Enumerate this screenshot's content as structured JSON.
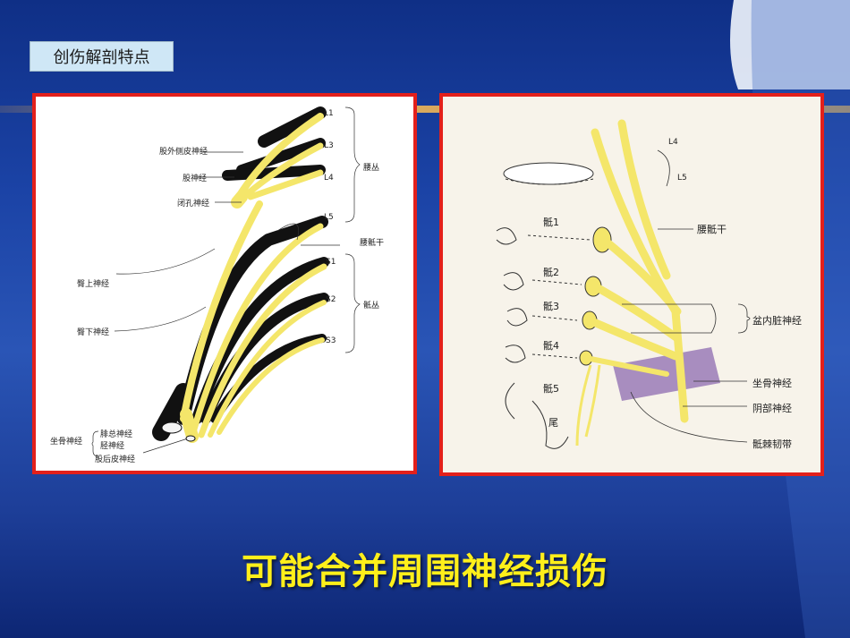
{
  "slide": {
    "title": "创伤解剖特点",
    "caption": "可能合并周围神经损伤"
  },
  "left_figure": {
    "labels": {
      "lfc": "股外侧皮神经",
      "femoral": "股神经",
      "obturator": "闭孔神经",
      "lumbar_plexus": "腰丛",
      "lumbosacral": "腰骶干",
      "sacral_plexus": "骶丛",
      "sup_gluteal": "臀上神经",
      "inf_gluteal": "臀下神经",
      "sciatic": "坐骨神经",
      "peroneal": "腓总神经",
      "tibial": "胫神经",
      "post_cut": "股后皮神经",
      "L1": "L1",
      "L3": "L3",
      "L4": "L4",
      "L5": "L5",
      "S1": "S1",
      "S2": "S2",
      "S3": "S3"
    }
  },
  "right_figure": {
    "labels": {
      "L4": "L4",
      "L5": "L5",
      "lumbosacral": "腰骶干",
      "s1": "骶1",
      "s2": "骶2",
      "s3": "骶3",
      "s4": "骶4",
      "s5": "骶5",
      "coccyx": "尾",
      "pelvic_splanchnic": "盆内脏神经",
      "sciatic": "坐骨神经",
      "pudendal": "阴部神经",
      "sacrospinous": "骶棘韧带"
    }
  },
  "colors": {
    "panel_border": "#e3201b",
    "caption": "#ffef1a",
    "nerve_yellow": "#f4e66a",
    "nerve_black": "#111111",
    "ligament": "#8e6bb0"
  }
}
